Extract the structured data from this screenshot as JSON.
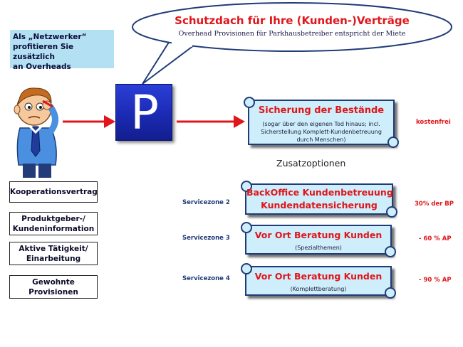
{
  "bubble": {
    "title": "Schutzdach für Ihre (Kunden-)Verträge",
    "subtitle": "Overhead Provisionen für Parkhausbetreiber entspricht der Miete"
  },
  "callout": {
    "lines": [
      "Als „Netzwerker“",
      "profitieren Sie zusätzlich",
      "an Overheads"
    ]
  },
  "sign": {
    "letter": "P"
  },
  "main_scroll": {
    "title": "Sicherung der Bestände",
    "lines": [
      "(sogar über den eigenen Tod hinaus; incl.",
      "Sicherstellung Komplett-Kundenbetreuung",
      "durch Menschen)"
    ],
    "price": "kostenfrei"
  },
  "zusatz_heading": "Zusatzoptionen",
  "options": [
    {
      "zone": "Servicezone 2",
      "title_lines": [
        "BackOffice Kundenbetreuung",
        "Kundendatensicherung"
      ],
      "sub": "",
      "price": "30% der BP"
    },
    {
      "zone": "Servicezone 3",
      "title_lines": [
        "Vor Ort Beratung Kunden"
      ],
      "sub": "(Spezialthemen)",
      "price": "- 60 % AP"
    },
    {
      "zone": "Servicezone 4",
      "title_lines": [
        "Vor Ort Beratung Kunden"
      ],
      "sub": "(Komplettberatung)",
      "price": "- 90 % AP"
    }
  ],
  "left_boxes": [
    {
      "lines": [
        "Kooperationsvertrag"
      ]
    },
    {
      "lines": [
        "Produktgeber-/",
        "Kundeninformation"
      ]
    },
    {
      "lines": [
        "Aktive Tätigkeit/",
        "Einarbeitung"
      ]
    },
    {
      "lines": [
        "Gewohnte",
        "Provisionen"
      ]
    }
  ],
  "colors": {
    "accent_red": "#e0161b",
    "navy": "#1f3b78",
    "scroll_fill": "#cfeefb",
    "callout_fill": "#b3e1f3",
    "sign_blue": "#1b2ab3"
  }
}
